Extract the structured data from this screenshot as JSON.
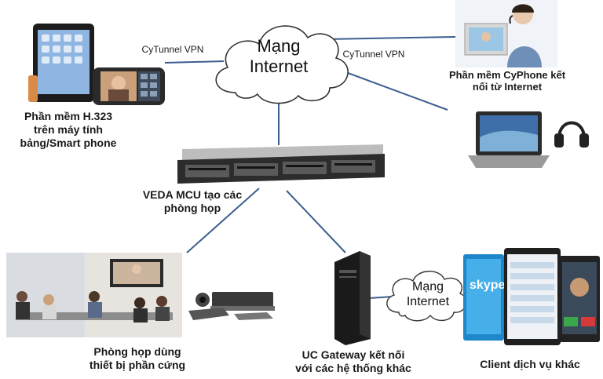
{
  "vpn_label_left": "CyTunnel VPN",
  "vpn_label_right": "CyTunnel VPN",
  "cloud_main": {
    "line1": "Mạng",
    "line2": "Internet"
  },
  "cloud_small": {
    "line1": "Mạng",
    "line2": "Internet"
  },
  "label_tablet": {
    "line1": "Phần mềm H.323",
    "line2": "trên máy tính",
    "line3": "bảng/Smart phone"
  },
  "label_cyphone": {
    "line1": "Phần mềm CyPhone kết",
    "line2": "nối từ Internet"
  },
  "label_mcu": {
    "line1": "VEDA MCU tạo các",
    "line2": "phòng họp"
  },
  "label_room": {
    "line1": "Phòng họp dùng",
    "line2": "thiết bị phần cứng"
  },
  "label_gateway": {
    "line1": "UC Gateway kết nối",
    "line2": "với các hệ thống khác"
  },
  "label_client": {
    "line1": "Client dịch vụ khác"
  },
  "skype_text": "skype",
  "colors": {
    "link_line": "#3b5f8f",
    "cloud_stroke": "#333333",
    "skype_blue": "#1aa3e8"
  }
}
